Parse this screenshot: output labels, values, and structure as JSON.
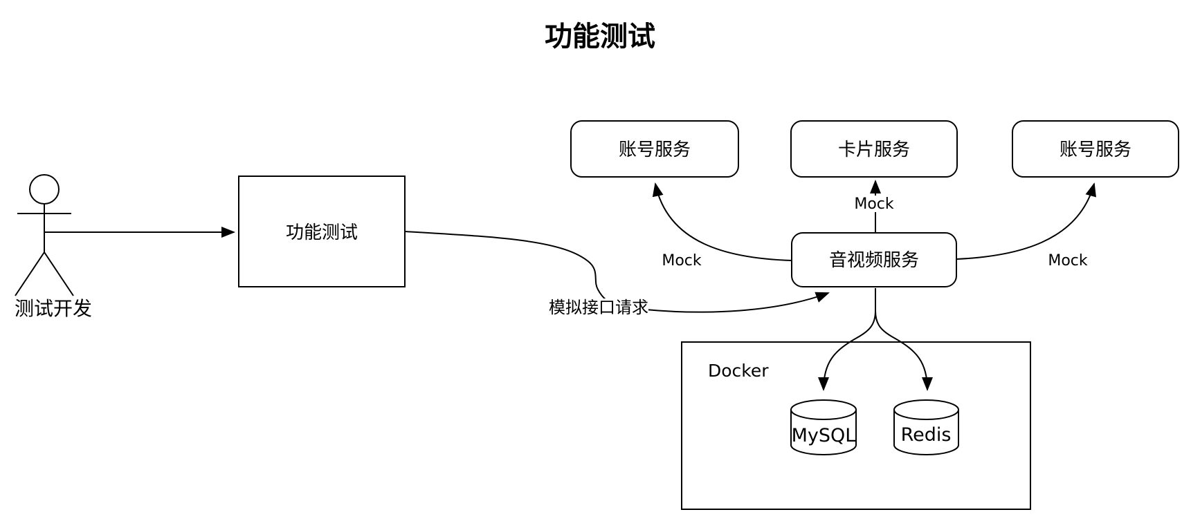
{
  "title": "功能测试",
  "actor": {
    "label": "测试开发"
  },
  "nodes": {
    "functional_test": {
      "label": "功能测试"
    },
    "account_service_left": {
      "label": "账号服务"
    },
    "card_service": {
      "label": "卡片服务"
    },
    "account_service_right": {
      "label": "账号服务"
    },
    "av_service": {
      "label": "音视频服务"
    },
    "docker": {
      "label": "Docker"
    },
    "mysql": {
      "label": "MySQL"
    },
    "redis": {
      "label": "Redis"
    }
  },
  "edges": {
    "mock_left": {
      "label": "Mock"
    },
    "mock_top": {
      "label": "Mock"
    },
    "mock_right": {
      "label": "Mock"
    },
    "simulated_request": {
      "label": "模拟接口请求"
    }
  },
  "colors": {
    "stroke": "#000000",
    "background": "#ffffff",
    "text": "#000000"
  }
}
